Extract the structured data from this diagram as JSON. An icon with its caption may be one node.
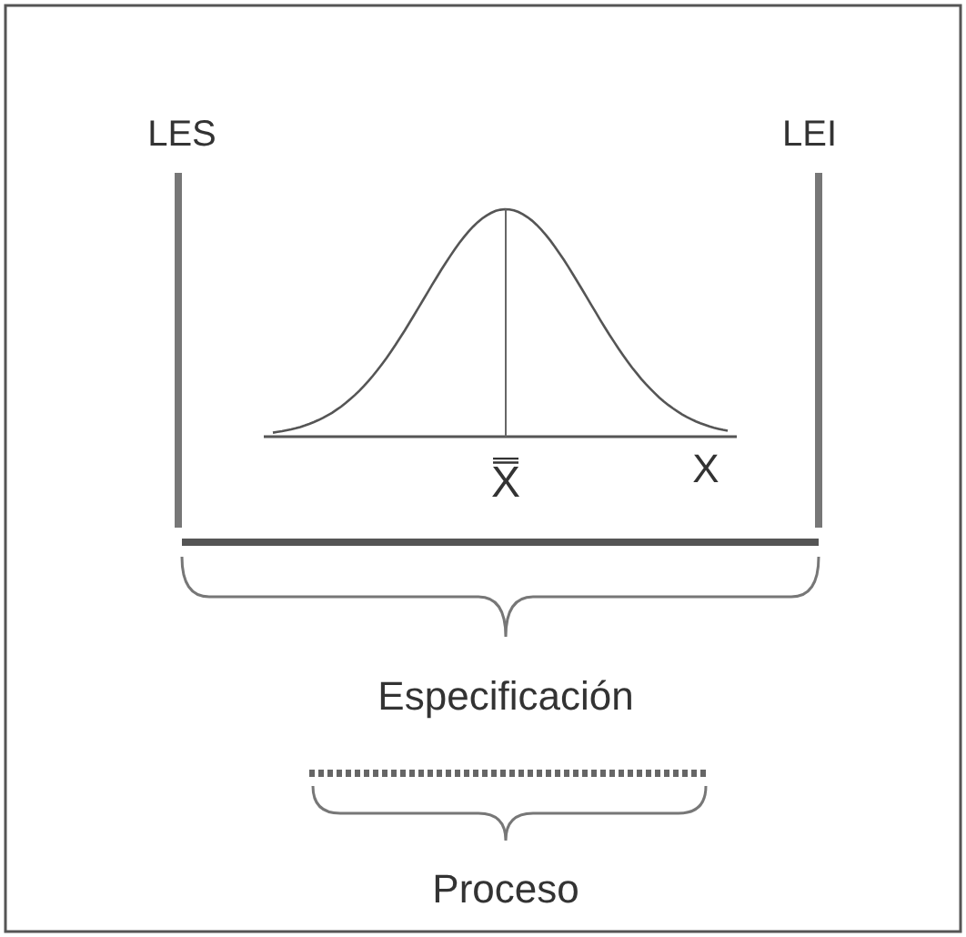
{
  "diagram": {
    "labels": [
      "LES",
      "LEI",
      "X̿",
      "X",
      "Especificación",
      "Proceso"
    ]
  }
}
